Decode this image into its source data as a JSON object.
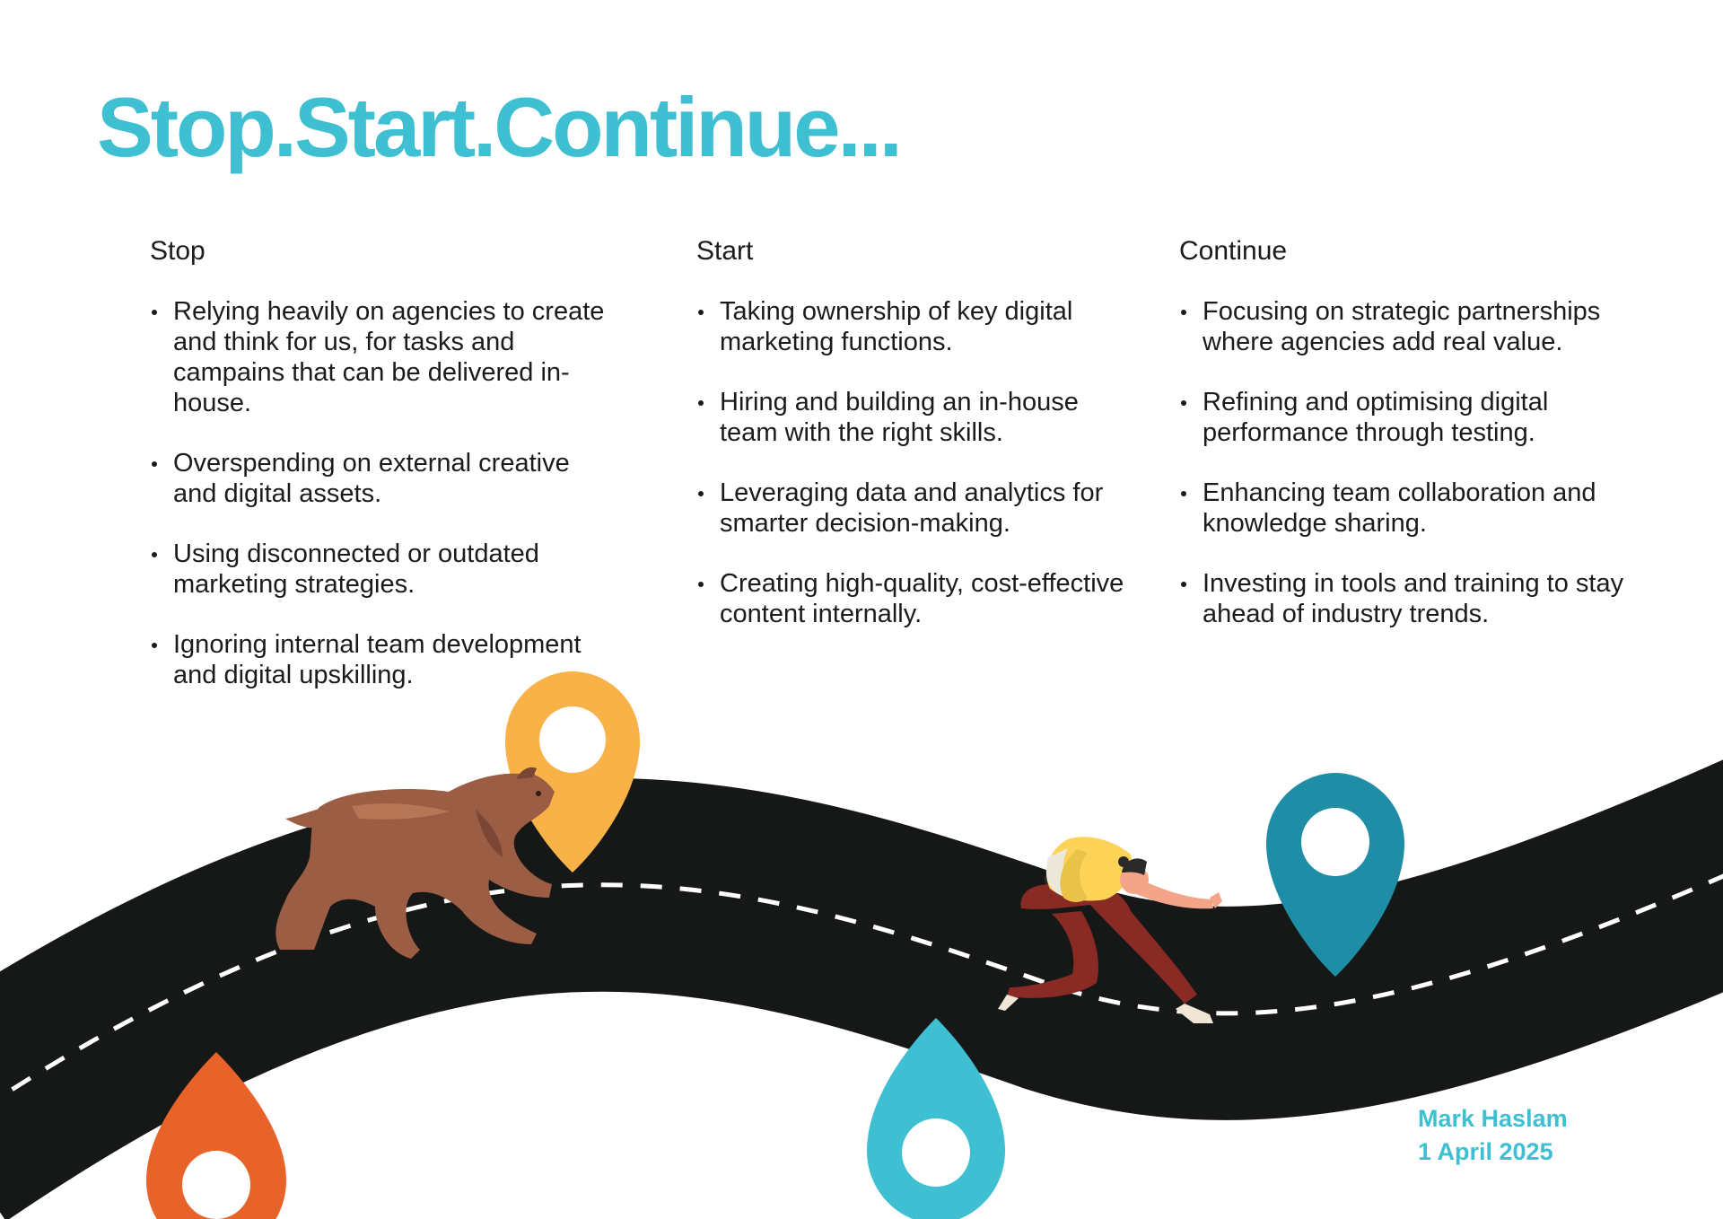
{
  "title": "Stop.Start.Continue...",
  "columns": [
    {
      "heading": "Stop",
      "items": [
        "Relying heavily on agencies to create and think for us, for tasks and campains that can be delivered in-house.",
        "Overspending on external creative and digital assets.",
        "Using disconnected or outdated marketing strategies.",
        "Ignoring internal team development and digital upskilling."
      ]
    },
    {
      "heading": "Start",
      "items": [
        "Taking ownership of key digital marketing functions.",
        "Hiring and building an in-house team with the right skills.",
        "Leveraging data and analytics for smarter decision-making.",
        "Creating high-quality, cost-effective content internally."
      ]
    },
    {
      "heading": "Continue",
      "items": [
        "Focusing on strategic partnerships where agencies add real value.",
        "Refining and optimising digital performance through testing.",
        "Enhancing team collaboration and knowledge sharing.",
        "Investing in tools and training to stay ahead of industry trends."
      ]
    }
  ],
  "author": {
    "name": "Mark Haslam",
    "date": "1 April 2025"
  },
  "colors": {
    "accent": "#3fbfd2",
    "road": "#161817",
    "pin_orange": "#f8b247",
    "pin_red": "#e8632a",
    "pin_teal": "#1f8da6",
    "pin_cyan": "#3fbfd2",
    "bear": "#9b5e45",
    "runner_shirt": "#fcd257",
    "runner_pants": "#8a2a24"
  },
  "illustrations": {
    "road": "winding-road-illustration",
    "bear": "bear-illustration",
    "runner": "runner-illustration",
    "pins": [
      "location-pin-icon"
    ]
  }
}
